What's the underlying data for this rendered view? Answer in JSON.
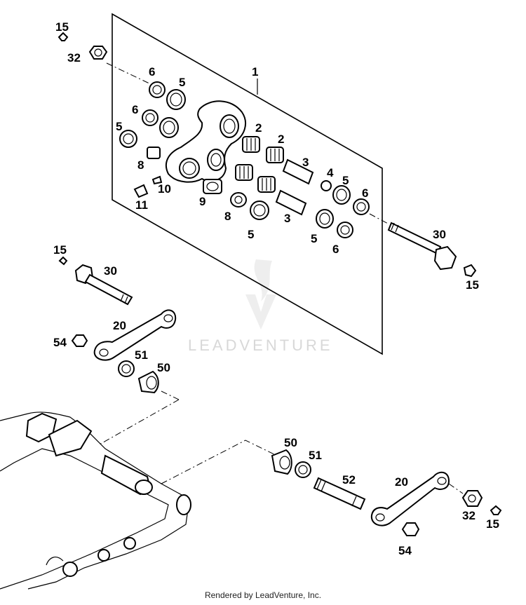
{
  "labels": {
    "l15a": "15",
    "l32a": "32",
    "l1": "1",
    "l6a": "6",
    "l5a": "5",
    "l6b": "6",
    "l5b": "5",
    "l2a": "2",
    "l2b": "2",
    "l8a": "8",
    "l3a": "3",
    "l4": "4",
    "l5c": "5",
    "l6c": "6",
    "l10": "10",
    "l11": "11",
    "l9": "9",
    "l8b": "8",
    "l3b": "3",
    "l5d": "5",
    "l5e": "5",
    "l6d": "6",
    "l30a": "30",
    "l15b": "15",
    "l15c": "15",
    "l30b": "30",
    "l20a": "20",
    "l54a": "54",
    "l51a": "51",
    "l50a": "50",
    "l50b": "50",
    "l51b": "51",
    "l52": "52",
    "l20b": "20",
    "l32b": "32",
    "l15d": "15",
    "l54b": "54"
  },
  "watermark": "LEADVENTURE",
  "footer": "Rendered by LeadVenture, Inc."
}
